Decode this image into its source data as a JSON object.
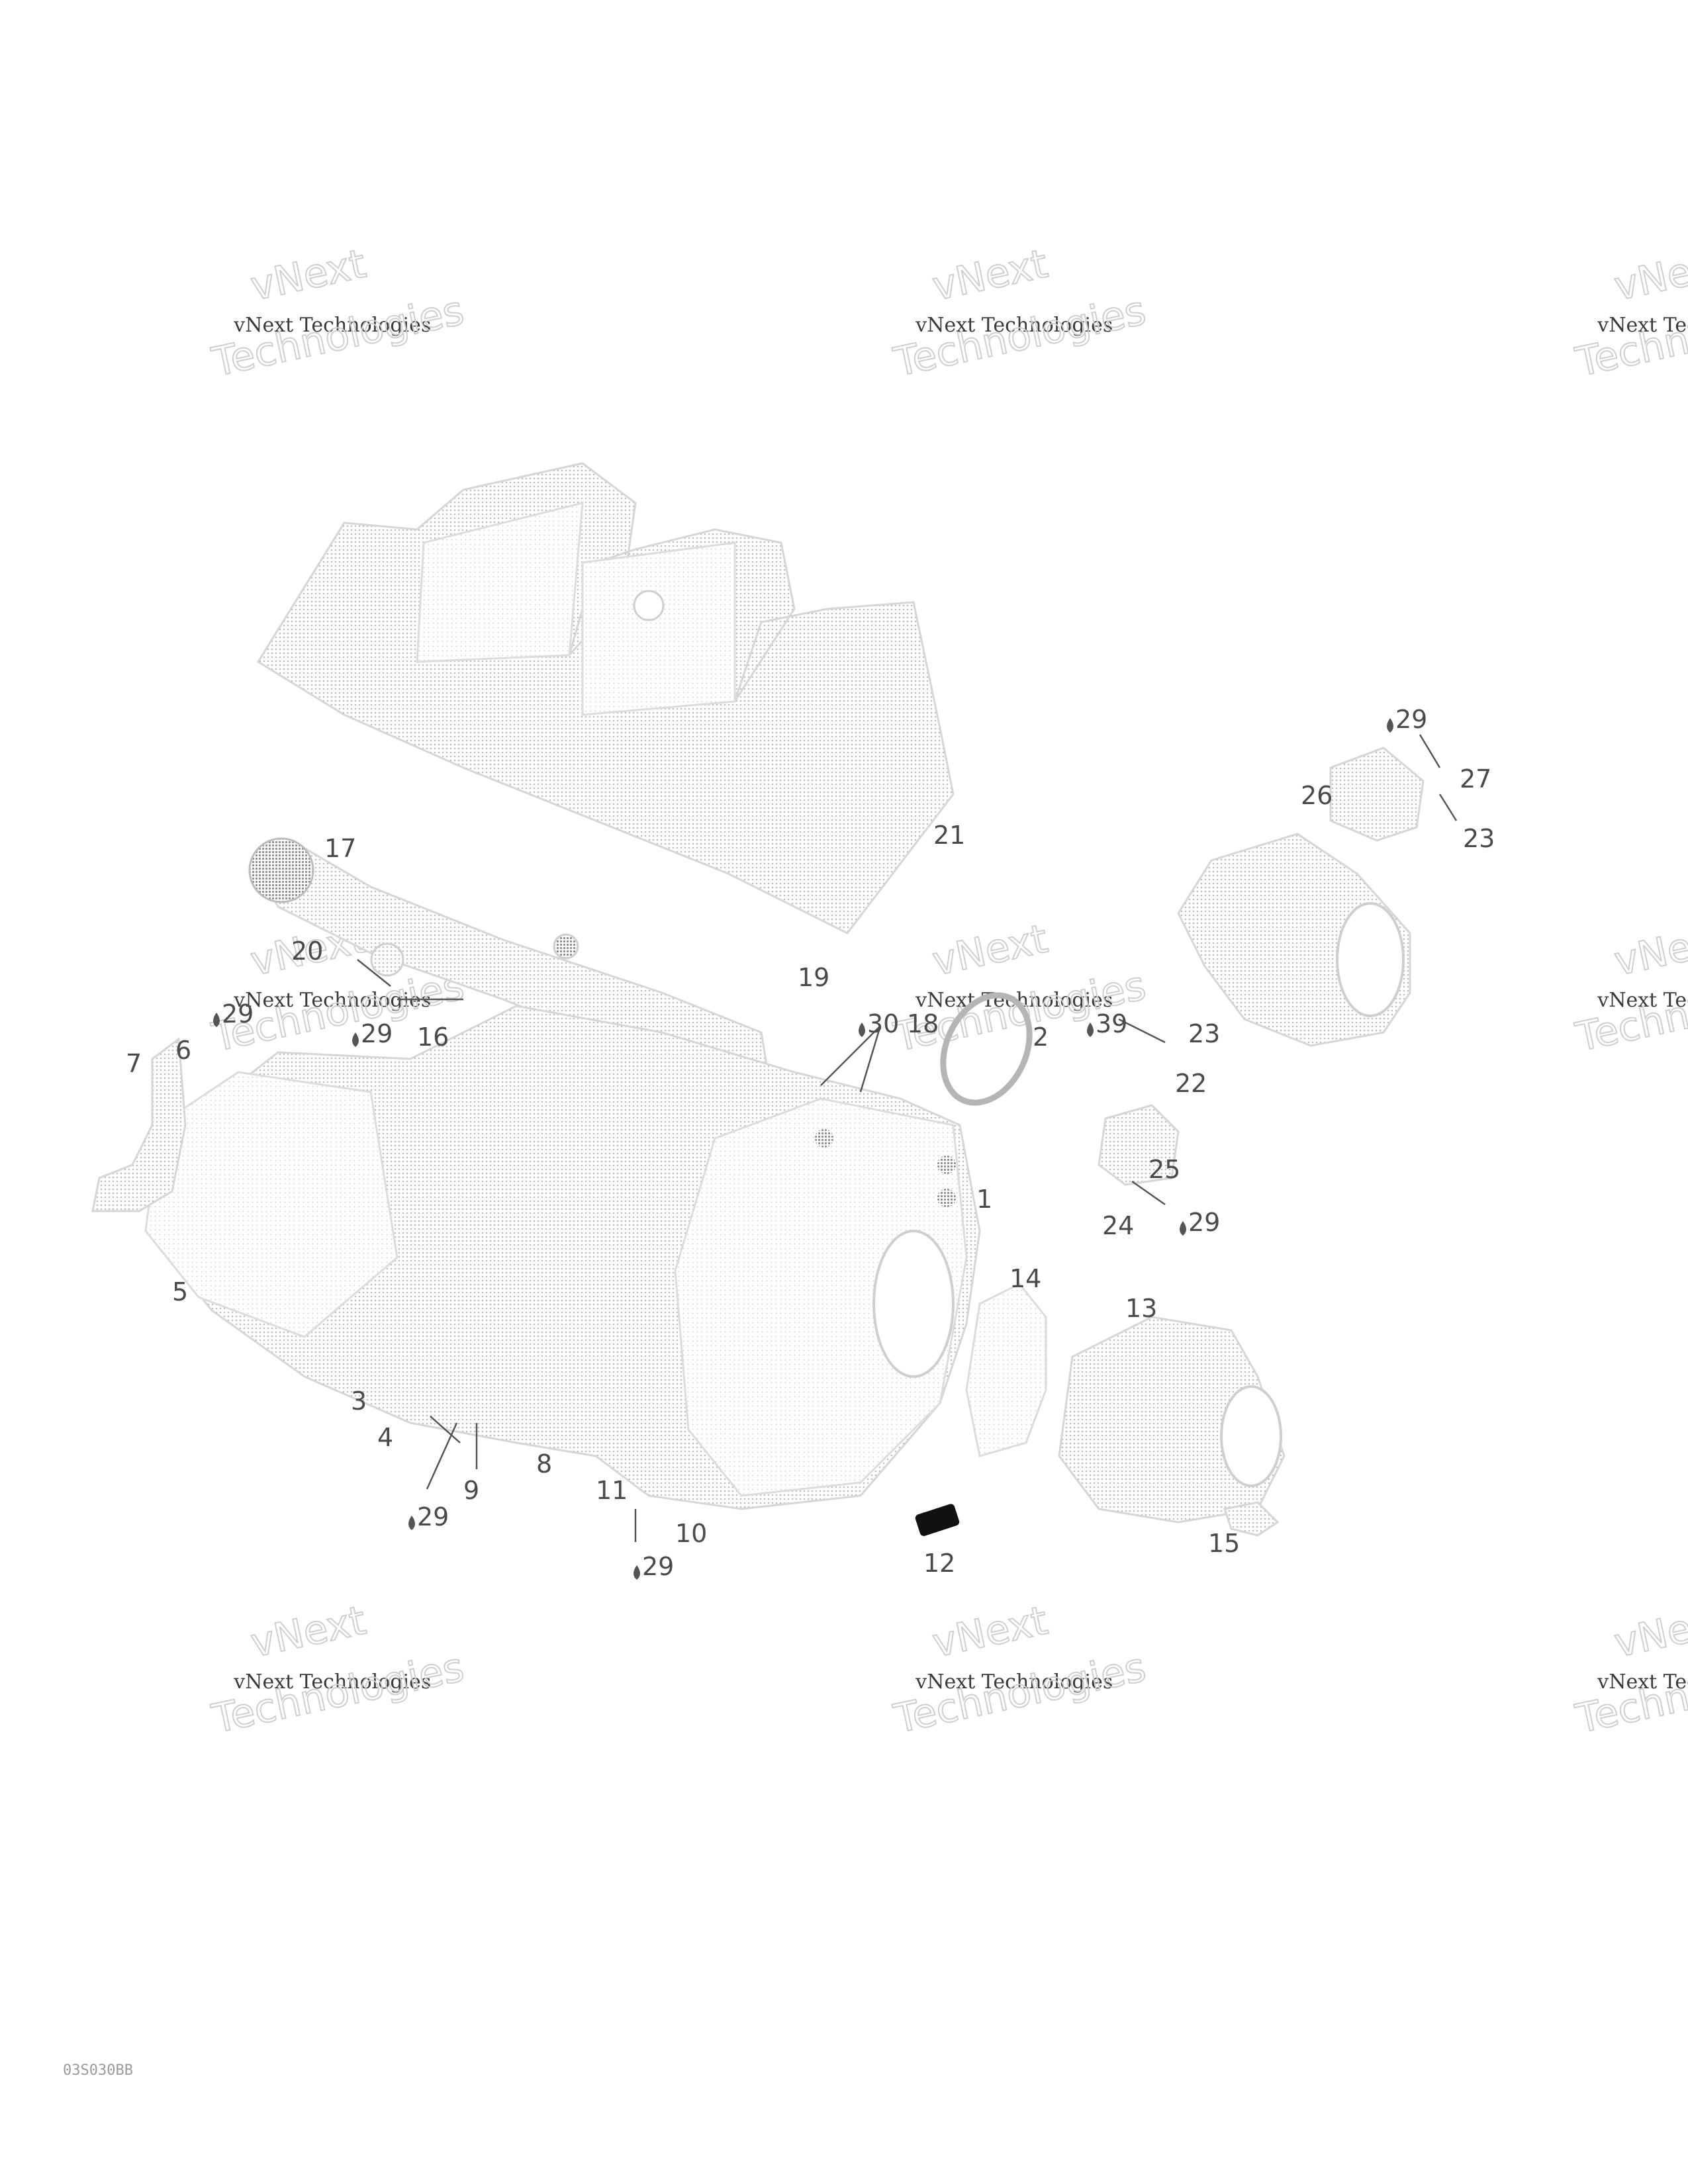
{
  "watermark": {
    "line1": "vNext",
    "line2": "vNext Technologies",
    "line3": "Technologies"
  },
  "callouts": [
    {
      "id": "c1",
      "text": "1"
    },
    {
      "id": "c2",
      "text": "2"
    },
    {
      "id": "c3",
      "text": "3"
    },
    {
      "id": "c4",
      "text": "4"
    },
    {
      "id": "c5",
      "text": "5"
    },
    {
      "id": "c6",
      "text": "6"
    },
    {
      "id": "c7",
      "text": "7"
    },
    {
      "id": "c8",
      "text": "8"
    },
    {
      "id": "c9",
      "text": "9"
    },
    {
      "id": "c10",
      "text": "10"
    },
    {
      "id": "c11",
      "text": "11"
    },
    {
      "id": "c12",
      "text": "12"
    },
    {
      "id": "c13",
      "text": "13"
    },
    {
      "id": "c14",
      "text": "14"
    },
    {
      "id": "c15",
      "text": "15"
    },
    {
      "id": "c16",
      "text": "16"
    },
    {
      "id": "c17",
      "text": "17"
    },
    {
      "id": "c18",
      "text": "18"
    },
    {
      "id": "c19",
      "text": "19"
    },
    {
      "id": "c20",
      "text": "20"
    },
    {
      "id": "c21",
      "text": "21"
    },
    {
      "id": "c22",
      "text": "22"
    },
    {
      "id": "c23a",
      "text": "23"
    },
    {
      "id": "c23b",
      "text": "23"
    },
    {
      "id": "c24",
      "text": "24"
    },
    {
      "id": "c25",
      "text": "25"
    },
    {
      "id": "c26",
      "text": "26"
    },
    {
      "id": "c27",
      "text": "27"
    },
    {
      "id": "c29a",
      "text": "29"
    },
    {
      "id": "c29b",
      "text": "29"
    },
    {
      "id": "c29c",
      "text": "29"
    },
    {
      "id": "c29d",
      "text": "29"
    },
    {
      "id": "c29e",
      "text": "29"
    },
    {
      "id": "c29f",
      "text": "29"
    },
    {
      "id": "c30",
      "text": "30"
    },
    {
      "id": "c3x",
      "text": "39"
    }
  ],
  "drawing_code": "03S030BB"
}
